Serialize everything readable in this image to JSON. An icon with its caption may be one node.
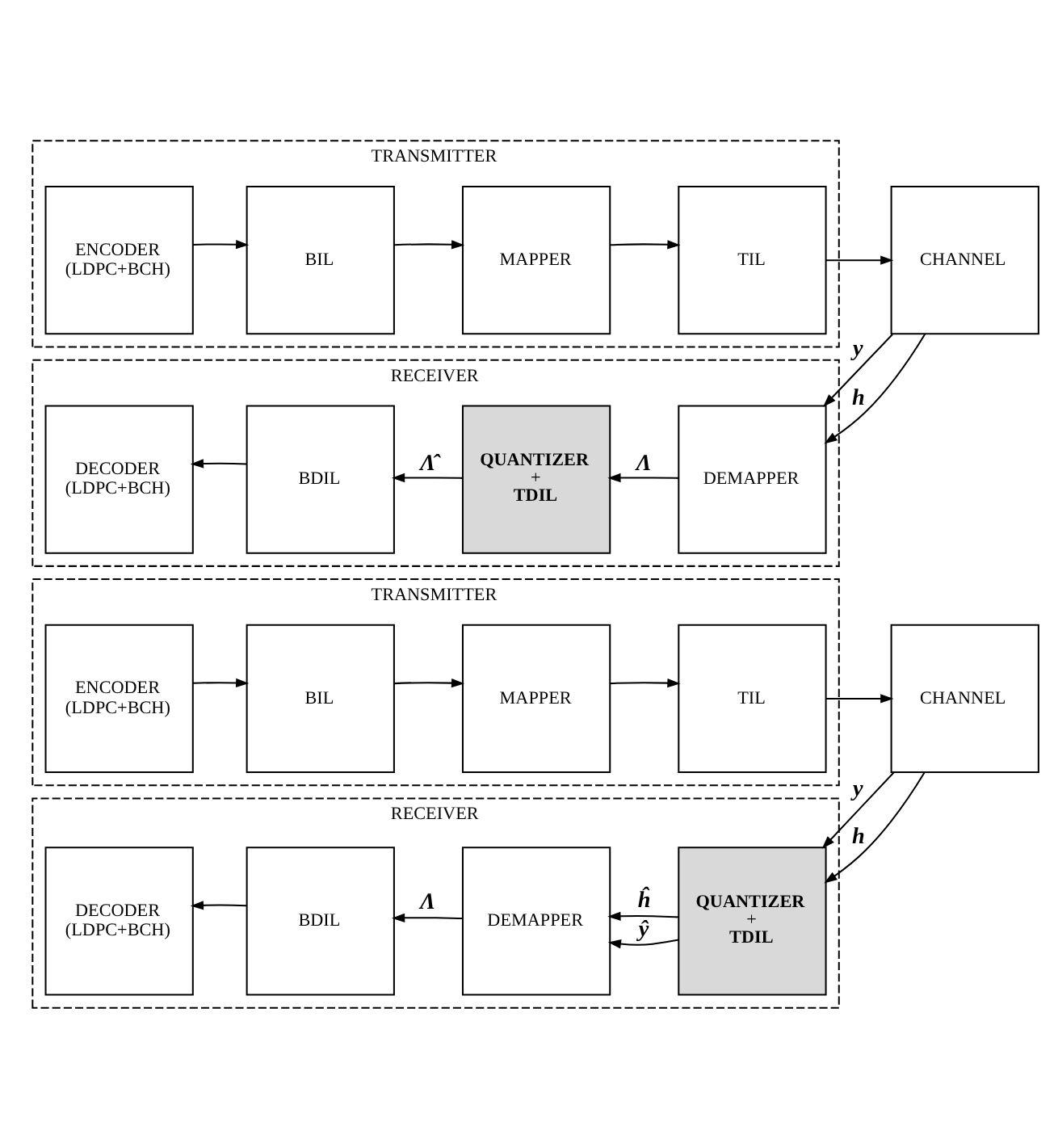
{
  "diagram": {
    "nodes": [
      {
        "text": [
          "TRANSMITTER"
        ]
      },
      {
        "text": [
          "ENCODER (LDPC+BCH)"
        ],
        "in": 0
      },
      {
        "text": [
          "BIL"
        ],
        "in": 0
      },
      {
        "text": [
          "MAPPER"
        ],
        "in": 0
      },
      {
        "text": [
          "TIL"
        ],
        "in": 0
      },
      {
        "text": [
          "CHANNEL"
        ]
      },
      {
        "text": [
          "RECEIVER"
        ]
      },
      {
        "text": [
          "DECODER (LDPC+BCH)"
        ],
        "in": 6
      },
      {
        "text": [
          "BDIL"
        ],
        "in": 6
      },
      {
        "text": [
          "DEMAPPER"
        ],
        "in": 6
      },
      {
        "text": [
          "**QUANTIZER** + **TDIL**"
        ],
        "in": 6
      },
      {
        "text": [
          "TRANSMITTER"
        ]
      },
      {
        "text": [
          "ENCODER (LDPC+BCH)"
        ],
        "in": 11
      },
      {
        "text": [
          "BIL"
        ],
        "in": 11
      },
      {
        "text": [
          "MAPPER"
        ],
        "in": 11
      },
      {
        "text": [
          "TIL"
        ],
        "in": 11
      },
      {
        "text": [
          "CHANNEL"
        ]
      },
      {
        "text": [
          "RECEIVER"
        ]
      },
      {
        "text": [
          "DECODER (LDPC+BCH)"
        ],
        "in": 17
      },
      {
        "text": [
          "BDIL"
        ],
        "in": 17
      },
      {
        "text": [
          "**QUANTIZER** + **TDIL**"
        ],
        "in": 17
      },
      {
        "text": [
          "DEMAPPER"
        ],
        "in": 17
      }
    ],
    "edges": [
      {
        "from": 1,
        "to": 2,
        "arrow": "to"
      },
      {
        "from": 2,
        "to": 3,
        "arrow": "to"
      },
      {
        "from": 3,
        "to": 4,
        "arrow": "to"
      },
      {
        "from": 4,
        "to": 5,
        "arrow": "to"
      },
      {
        "from": 5,
        "to": 10,
        "arrow": "to",
        "label": "y"
      },
      {
        "from": 5,
        "to": 10,
        "arrow": "to",
        "label": "h"
      },
      {
        "from": 10,
        "to": 9,
        "arrow": "to",
        "label": "ŷ"
      },
      {
        "from": 10,
        "to": 9,
        "arrow": "to",
        "label": "ĥ"
      },
      {
        "from": 9,
        "to": 8,
        "arrow": "to",
        "label": "Λ"
      },
      {
        "from": 8,
        "to": 7,
        "arrow": "to"
      },
      {
        "from": 12,
        "to": 13,
        "arrow": "to"
      },
      {
        "from": 13,
        "to": 14,
        "arrow": "to"
      },
      {
        "from": 14,
        "to": 15,
        "arrow": "to"
      },
      {
        "from": 15,
        "to": 16,
        "arrow": "to"
      },
      {
        "from": 16,
        "to": 21,
        "arrow": "to",
        "label": "y"
      },
      {
        "from": 16,
        "to": 21,
        "arrow": "to",
        "label": "h"
      },
      {
        "from": 21,
        "to": 20,
        "arrow": "to",
        "label": "Λ"
      },
      {
        "from": 20,
        "to": 19,
        "arrow": "to",
        "label": "Λ̂"
      },
      {
        "from": 19,
        "to": 18,
        "arrow": "to"
      }
    ]
  }
}
